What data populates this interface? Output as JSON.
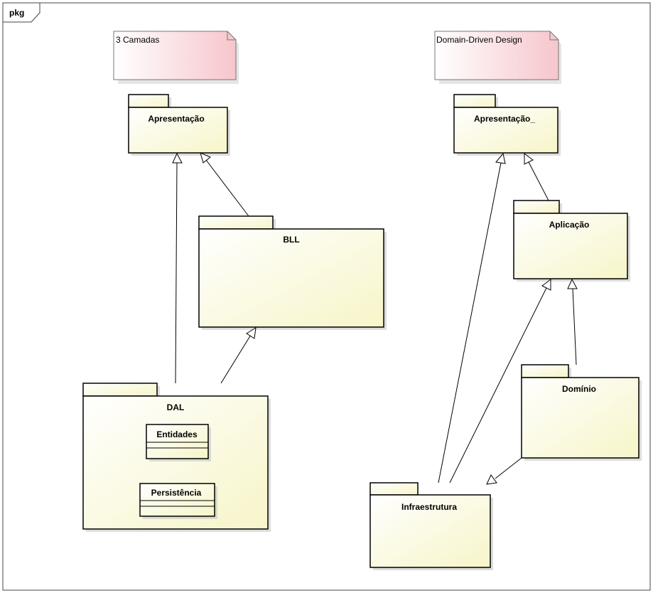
{
  "frame": {
    "label": "pkg"
  },
  "notes": {
    "three_layers": "3 Camadas",
    "ddd": "Domain-Driven Design"
  },
  "packages": {
    "apresentacao_left": "Apresentação",
    "bll": "BLL",
    "dal": "DAL",
    "apresentacao_right": "Apresentação_",
    "aplicacao": "Aplicação",
    "dominio": "Domínio",
    "infraestrutura": "Infraestrutura"
  },
  "classes": {
    "entidades": "Entidades",
    "persistencia": "Persistência"
  },
  "colors": {
    "package_fill": "#fdfde3",
    "note_fill": "#fadadd",
    "stroke": "#000000"
  }
}
